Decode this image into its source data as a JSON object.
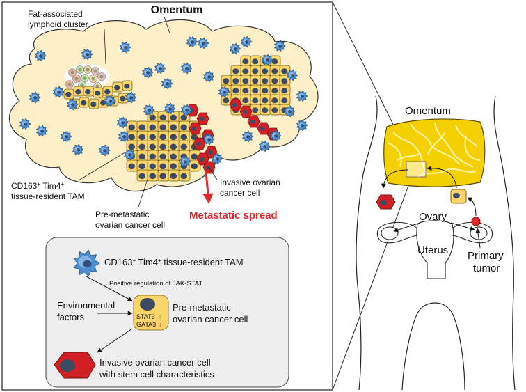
{
  "colors": {
    "fat": "#fdf0c8",
    "fat_outline": "#333333",
    "tumor_cell": "#fbd56a",
    "tumor_nucleus": "#3c4a63",
    "invasive_cell": "#d21f26",
    "macrophage": "#4d8ed0",
    "macrophage_light": "#b9d6f2",
    "legend_bg": "#eeeeee",
    "omentum_fill": "#f5d000",
    "omentum_vein": "#fff6a8",
    "spread_red": "#e02a2a",
    "stat_up": "#2aa84a",
    "gata_down": "#e03030"
  },
  "zoom_panel": {
    "title": "Omentum",
    "label_flc_line1": "Fat-associated",
    "label_flc_line2": "lymphoid cluster",
    "label_tam_line1": "CD163",
    "label_tam_sup1": "+",
    "label_tam_mid": " Tim4",
    "label_tam_sup2": "+",
    "label_tam_line2": "tissue-resident TAM",
    "label_premet_line1": "Pre-metastatic",
    "label_premet_line2": "ovarian cancer cell",
    "label_invasive_line1": "Invasive ovarian",
    "label_invasive_line2": "cancer cell",
    "label_spread": "Metastatic spread"
  },
  "legend": {
    "tam_main": "CD163",
    "tam_sup1": "+",
    "tam_mid": " Tim4",
    "tam_sup2": "+",
    "tam_tail": " tissue-resident TAM",
    "positive_reg": "Positive regulation of JAK-STAT",
    "env_line1": "Environmental",
    "env_line2": "factors",
    "stat3": "STAT3",
    "gata3": "GATA3",
    "premet_line1": "Pre-metastatic",
    "premet_line2": "ovarian cancer cell",
    "invasive_line1": "Invasive ovarian cancer cell",
    "invasive_line2": "with stem cell characteristics"
  },
  "body_panel": {
    "omentum": "Omentum",
    "ovary": "Ovary",
    "uterus": "Uterus",
    "primary_line1": "Primary",
    "primary_line2": "tumor"
  }
}
